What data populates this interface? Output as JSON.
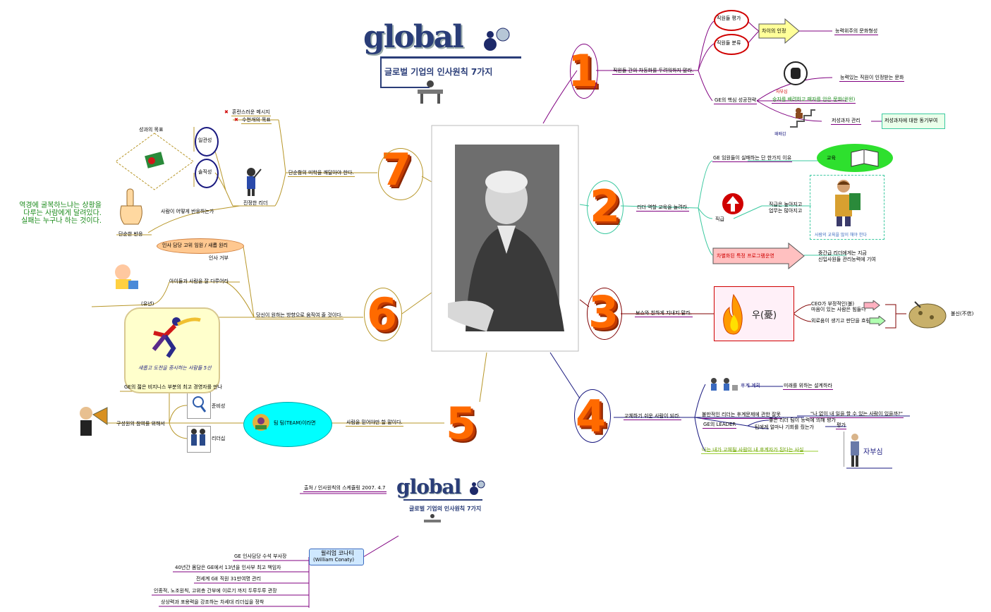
{
  "title_card": {
    "logo_text": "global",
    "subtitle": "글로벌 기업의 인사원칙 7가지"
  },
  "branch1": {
    "num": "1",
    "main": "직원들 간의 차등화를 두려워하지 말라.",
    "eval": "직원들 평가",
    "class": "직원들 분류",
    "arrow_box": "차이의 인정",
    "result": "능력위주의 문화형성",
    "ge_label": "GE의 핵심 성공전략",
    "fist_note": "능력있는 직원이 인정받는 문화",
    "fist_caption": "자부심",
    "green_line": "승자를 배려하고 패자를 안은 문화(윈윈)",
    "stair_caption": "패배감",
    "low_perf": "저성과자 관리",
    "low_box": "저성과자에 대한 동기부여"
  },
  "branch2": {
    "num": "2",
    "main": "리더 역할 교육을 늘려라.",
    "reason": "GE 임원들이 실패하는 단 한가지 이유",
    "oval_label": "교육",
    "chart_label": "직급",
    "chart_line1": "직급은 높아지고",
    "chart_line2": "업무는 많아지고",
    "person_caption": "사람의 교육을 많이 해야 한다",
    "pink_box": "차별화된 특정 프로그램운영",
    "pink_line1": "중간급 리더에게는 지금",
    "pink_line2": "신입사원들 관리능력에 기여"
  },
  "branch3": {
    "num": "3",
    "main": "보스와 친하게 지내지 말라.",
    "fire_text": "우(憂)",
    "line1": "CEO가 부정적인(불)",
    "line2": "마음이 있는 사람은 힘들다",
    "line3": "외로움이 생기고 판단을 흐림",
    "end_label": "불신(不信)"
  },
  "branch4": {
    "num": "4",
    "main": "교체하기 쉬운 사람이 되라.",
    "team_label": "후계 계획",
    "team_note": "미래를 위하는 설계하라",
    "line_a": "불만적인 리더는 후계문제에 관한 잘못",
    "quote_a": "\"나 없이 내 일을 할 수 있는 사람이 있을까?\"",
    "leader_label": "GE의 LEADER",
    "leader1": "좋은 리더 팀이 능력에 의해 평가",
    "leader2": "팀에게 얼마나 기회를 줬는가",
    "leader_end": "평가",
    "green_line": "나는 내가 교체될 사람이 내 후계자가 된다는 사실",
    "pride": "자부심"
  },
  "branch5": {
    "num": "5",
    "main": "사람을 믿어야만 할 말이다.",
    "team_oval": "팀 팀(TEAM)이라면",
    "cap1": "준비성",
    "cap2": "리더십",
    "speaker_note": "구성원의 참여를 위해서"
  },
  "branch6": {
    "num": "6",
    "main": "당신이 원하는 방향으로 움직여 줄 것이다.",
    "peach_oval": "인사 담당 고위 임원 / 새롭 원리",
    "peach_sub": "인사 거부",
    "baby_note": "아이들과 사람을 잘 다루어라",
    "baby_label": "(유년)",
    "cloud_caption": "새롭고 도전을 중시하는 사람들 5선",
    "cloud_note": "GE의 젊은 비지니스 부분의 최고 경영자를 만나"
  },
  "branch7": {
    "num": "7",
    "main": "단순함의 미학을 깨달아야 한다.",
    "x1": "혼란스러운 메시지",
    "x2": "수천개의 목표",
    "diamond_label": "성과의 목표",
    "circle1": "일관성",
    "circle2": "솔직성",
    "leader_caption": "진정한 리더",
    "hand_note": "사람이 어떻게 반응하는가",
    "hand_label": "단순한 반응"
  },
  "quote": {
    "line1": "역경에 굴복하느냐는 상황을",
    "line2": "다루는 사람에게 달려있다.",
    "line3": "실패는 누구나 하는 것이다."
  },
  "bottom": {
    "source": "출처 / 인사원칙의 스케쥴링 2007. 4.7",
    "logo_text": "global",
    "subtitle": "글로벌 기업의 인사원칙 7가지",
    "name_line1": "윌리엄 코나티",
    "name_line2": "(William Conaty)",
    "bio": [
      "GE 인사담당 수석 부사장",
      "40년간 몸담은 GE에서 13년을 인사부 최고 책임자",
      "전세계 GE 직원 31만여명 관리",
      "인종적, 노조원칙, 고위층 간부에 이르기 까지 두루두루 관장",
      "상상력과 포용력을 강조하는 차세대 리더십을 정착"
    ]
  },
  "colors": {
    "orange": "#ff6a00",
    "purple": "#800080",
    "teal": "#3cc9a0",
    "olive": "#b8972a",
    "navy": "#1a1a80",
    "green": "#1a8a1a"
  }
}
